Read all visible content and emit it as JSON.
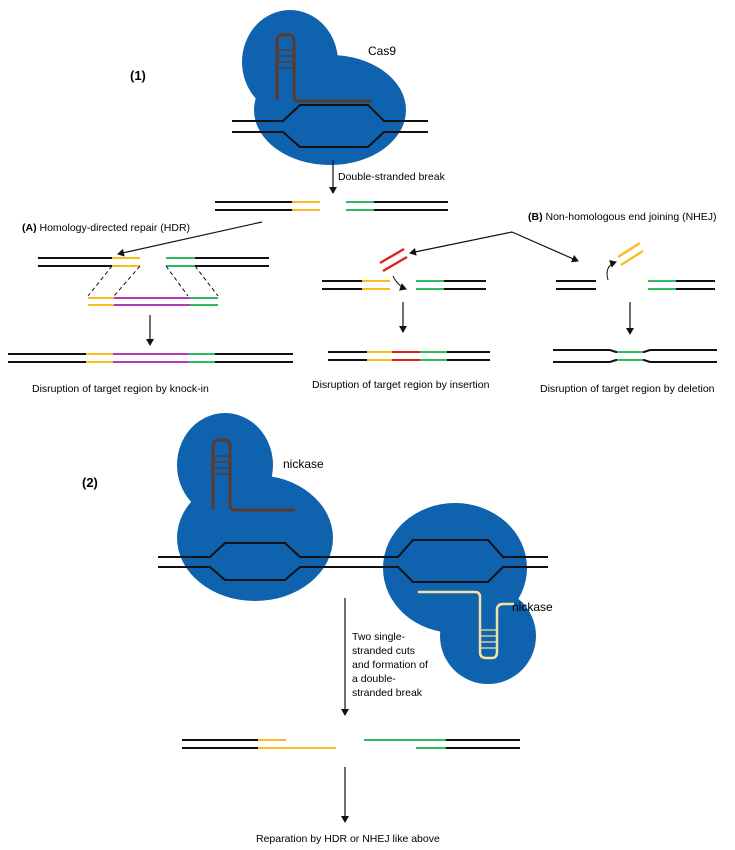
{
  "section1": {
    "number": "(1)",
    "enzyme": "Cas9",
    "break_label": "Double-stranded break",
    "hdr_prefix": "(A)",
    "hdr_label": "Homology-directed repair (HDR)",
    "nhej_prefix": "(B)",
    "nhej_label": "Non-homologous end joining (NHEJ)",
    "knockin_caption": "Disruption of target region by knock-in",
    "insertion_caption": "Disruption of target region by insertion",
    "deletion_caption": "Disruption of target region by deletion"
  },
  "section2": {
    "number": "(2)",
    "enzyme_left": "nickase",
    "enzyme_right": "nickase",
    "cuts_lines": [
      "Two single-",
      "stranded cuts",
      "and formation of",
      "a double-",
      "stranded break"
    ],
    "repair_caption": "Reparation by HDR or NHEJ like above"
  },
  "colors": {
    "protein": "#0f62ad",
    "dna": "#111111",
    "guide_rna_1": "#5b3a2c",
    "guide_rna_2": "#f3e3a0",
    "homology_left": "#f7bd1e",
    "homology_right": "#2dbb5d",
    "donor": "#b53ab3",
    "insert": "#e0201b"
  }
}
